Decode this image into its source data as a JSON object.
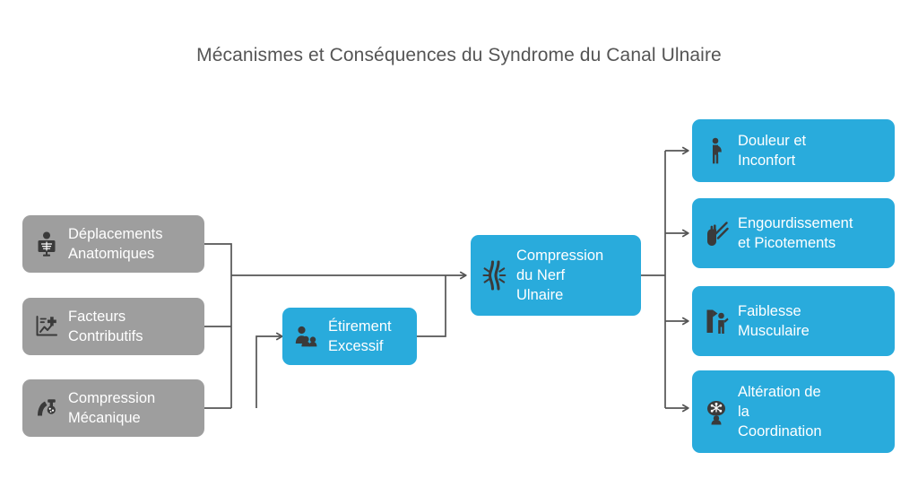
{
  "title": "Mécanismes et Conséquences du Syndrome du Canal Ulnaire",
  "colors": {
    "causes": "#9e9e9e",
    "process": "#29abdc",
    "effects": "#29abdc",
    "connector": "#555555",
    "node_text": "#ffffff",
    "title_text": "#555555",
    "background": "#ffffff",
    "icon_fill": "#3a3a3a"
  },
  "causes": [
    {
      "id": "deplacements",
      "label": "Déplacements\nAnatomiques",
      "icon": "xray-torso-icon"
    },
    {
      "id": "facteurs",
      "label": "Facteurs\nContributifs",
      "icon": "medical-chart-icon"
    },
    {
      "id": "compression-mecanique",
      "label": "Compression\nMécanique",
      "icon": "clamp-pressure-icon"
    }
  ],
  "intermediate": {
    "id": "etirement",
    "label": "Étirement\nExcessif",
    "icon": "people-group-icon"
  },
  "central": {
    "id": "compression-nerf",
    "label": "Compression\ndu Nerf\nUlnaire",
    "icon": "pinched-nerve-icon"
  },
  "effects": [
    {
      "id": "douleur",
      "label": "Douleur et\nInconfort",
      "icon": "person-pain-icon"
    },
    {
      "id": "engourdissement",
      "label": "Engourdissement\net Picotements",
      "icon": "tingling-hand-icon"
    },
    {
      "id": "faiblesse",
      "label": "Faiblesse\nMusculaire",
      "icon": "weak-muscle-person-icon"
    },
    {
      "id": "coordination",
      "label": "Altération de\nla\nCoordination",
      "icon": "brain-coordination-icon"
    }
  ]
}
